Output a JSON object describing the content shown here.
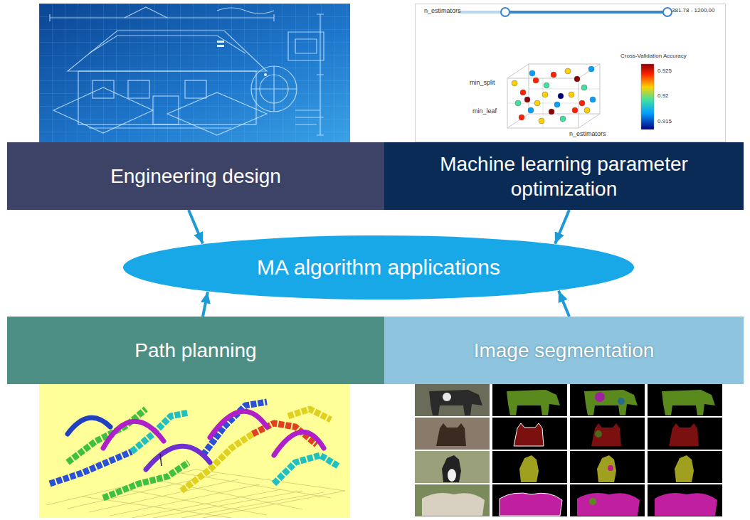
{
  "diagram": {
    "nodes": [
      {
        "text": [
          "Engineering design"
        ]
      },
      {
        "text": [
          "Machine learning parameter optimization"
        ]
      },
      {
        "text": [
          "MA algorithm applications"
        ]
      },
      {
        "text": [
          "Path planning"
        ]
      },
      {
        "text": [
          "Image segmentation"
        ]
      }
    ],
    "edges": [
      {
        "from": 0,
        "to": 2,
        "arrow": "to"
      },
      {
        "from": 1,
        "to": 2,
        "arrow": "to"
      },
      {
        "from": 3,
        "to": 2,
        "arrow": "to"
      },
      {
        "from": 4,
        "to": 2,
        "arrow": "to"
      }
    ],
    "labels": [
      "n_estimators",
      "381.78 - 1200.00",
      "Cross-Validation Accuracy",
      "0.925",
      "0.92",
      "0.915",
      "min_split",
      "min_leaf",
      "n_estimators"
    ]
  }
}
